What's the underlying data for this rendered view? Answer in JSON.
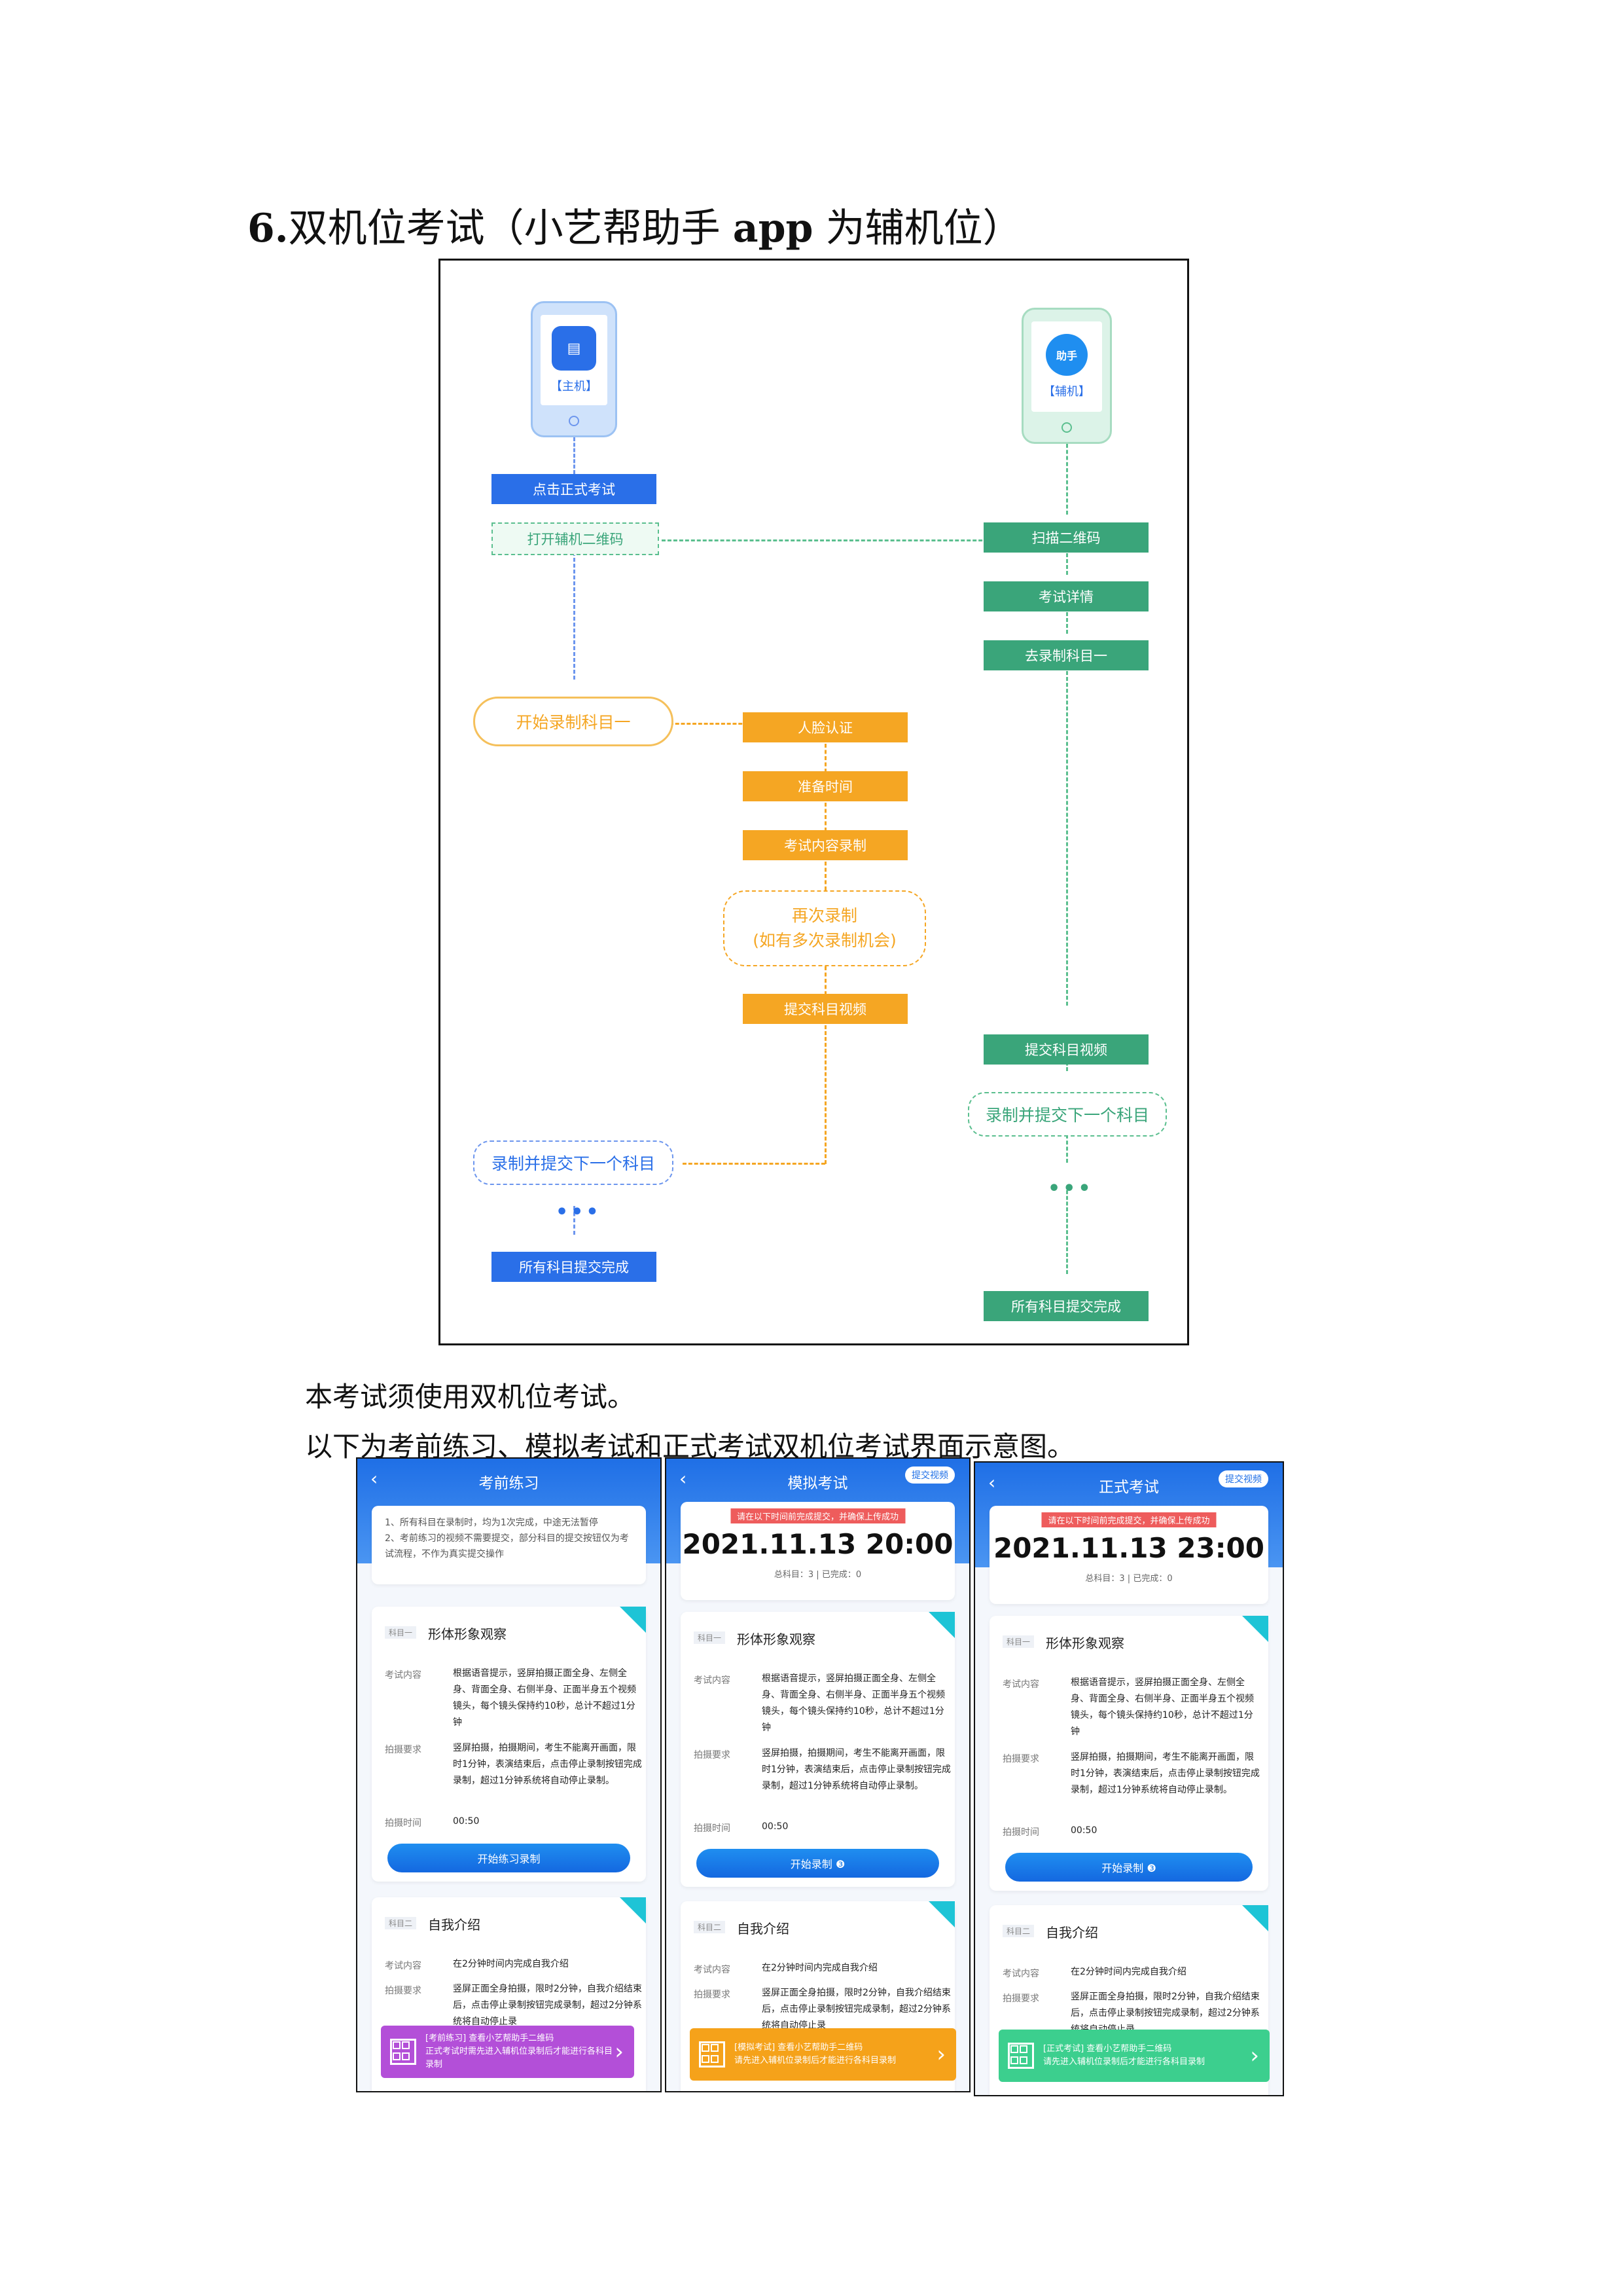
{
  "heading": {
    "number": "6.",
    "text_a": "双机位考试（小艺帮助手",
    "app": "app",
    "text_b": "为辅机位）"
  },
  "flow": {
    "main_phone_label": "【主机】",
    "aux_phone_label": "【辅机】",
    "aux_icon_text": "助手",
    "left": {
      "click_exam": "点击正式考试",
      "open_qr": "打开辅机二维码",
      "start_record": "开始录制科目一",
      "record_next": "录制并提交下一个科目",
      "all_done": "所有科目提交完成",
      "dots": "•••"
    },
    "middle": {
      "face": "人脸认证",
      "prepare": "准备时间",
      "content_record": "考试内容录制",
      "rerecord_1": "再次录制",
      "rerecord_2": "(如有多次录制机会)",
      "submit_video": "提交科目视频"
    },
    "right": {
      "scan_qr": "扫描二维码",
      "exam_detail": "考试详情",
      "go_record": "去录制科目一",
      "submit_video": "提交科目视频",
      "record_next": "录制并提交下一个科目",
      "all_done": "所有科目提交完成",
      "dots": "•••"
    }
  },
  "paragraphs": {
    "p1": "本考试须使用双机位考试。",
    "p2": "以下为考前练习、模拟考试和正式考试双机位考试界面示意图。"
  },
  "screens": {
    "practice": {
      "title": "考前练习",
      "notice_1": "1、所有科目在录制时，均为1次完成，中途无法暂停",
      "notice_2": "2、考前练习的视频不需要提交，部分科目的提交按钮仅为考试流程，不作为真实提交操作",
      "subject1_tag": "科目一",
      "subject1_name": "形体形象观察",
      "content_label": "考试内容",
      "content_text": "根据语音提示，竖屏拍摄正面全身、左侧全身、背面全身、右侧半身、正面半身五个视频镜头，每个镜头保持约10秒，总计不超过1分钟",
      "req_label": "拍摄要求",
      "req_text": "竖屏拍摄，拍摄期间，考生不能离开画面，限时1分钟，表演结束后，点击停止录制按钮完成录制，超过1分钟系统将自动停止录制。",
      "time_label": "拍摄时间",
      "time_value": "00:50",
      "button": "开始练习录制",
      "subject2_tag": "科目二",
      "subject2_name": "自我介绍",
      "s2_content": "在2分钟时间内完成自我介绍",
      "s2_req": "竖屏正面全身拍摄，限时2分钟，自我介绍结束后，点击停止录制按钮完成录制，超过2分钟系统将自动停止录",
      "banner_1": "[考前练习] 查看小艺帮助手二维码",
      "banner_2": "正式考试时需先进入辅机位录制后才能进行各科目录制",
      "banner_color": "#b34fd8"
    },
    "mock": {
      "title": "模拟考试",
      "submit": "提交视频",
      "red": "请在以下时间前完成提交，并确保上传成功",
      "time": "2021.11.13 20:00",
      "count": "总科目：3 | 已完成：0",
      "subject1_tag": "科目一",
      "subject1_name": "形体形象观察",
      "content_label": "考试内容",
      "content_text": "根据语音提示，竖屏拍摄正面全身、左侧全身、背面全身、右侧半身、正面半身五个视频镜头，每个镜头保持约10秒，总计不超过1分钟",
      "req_label": "拍摄要求",
      "req_text": "竖屏拍摄，拍摄期间，考生不能离开画面，限时1分钟，表演结束后，点击停止录制按钮完成录制，超过1分钟系统将自动停止录制。",
      "time_label": "拍摄时间",
      "time_value": "00:50",
      "button": "开始录制 ❸",
      "subject2_tag": "科目二",
      "subject2_name": "自我介绍",
      "s2_content": "在2分钟时间内完成自我介绍",
      "s2_req": "竖屏正面全身拍摄，限时2分钟，自我介绍结束后，点击停止录制按钮完成录制，超过2分钟系统将自动停止录",
      "banner_1": "[模拟考试] 查看小艺帮助手二维码",
      "banner_2": "请先进入辅机位录制后才能进行各科目录制",
      "banner_color": "#f5a21a"
    },
    "formal": {
      "title": "正式考试",
      "submit": "提交视频",
      "red": "请在以下时间前完成提交，并确保上传成功",
      "time": "2021.11.13 23:00",
      "count": "总科目：3 | 已完成：0",
      "subject1_tag": "科目一",
      "subject1_name": "形体形象观察",
      "content_label": "考试内容",
      "content_text": "根据语音提示，竖屏拍摄正面全身、左侧全身、背面全身、右侧半身、正面半身五个视频镜头，每个镜头保持约10秒，总计不超过1分钟",
      "req_label": "拍摄要求",
      "req_text": "竖屏拍摄，拍摄期间，考生不能离开画面，限时1分钟，表演结束后，点击停止录制按钮完成录制，超过1分钟系统将自动停止录制。",
      "time_label": "拍摄时间",
      "time_value": "00:50",
      "button": "开始录制 ❸",
      "subject2_tag": "科目二",
      "subject2_name": "自我介绍",
      "s2_content": "在2分钟时间内完成自我介绍",
      "s2_req": "竖屏正面全身拍摄，限时2分钟，自我介绍结束后，点击停止录制按钮完成录制，超过2分钟系统将自动停止录",
      "banner_1": "[正式考试] 查看小艺帮助手二维码",
      "banner_2": "请先进入辅机位录制后才能进行各科目录制",
      "banner_color": "#3ccf8e"
    }
  }
}
